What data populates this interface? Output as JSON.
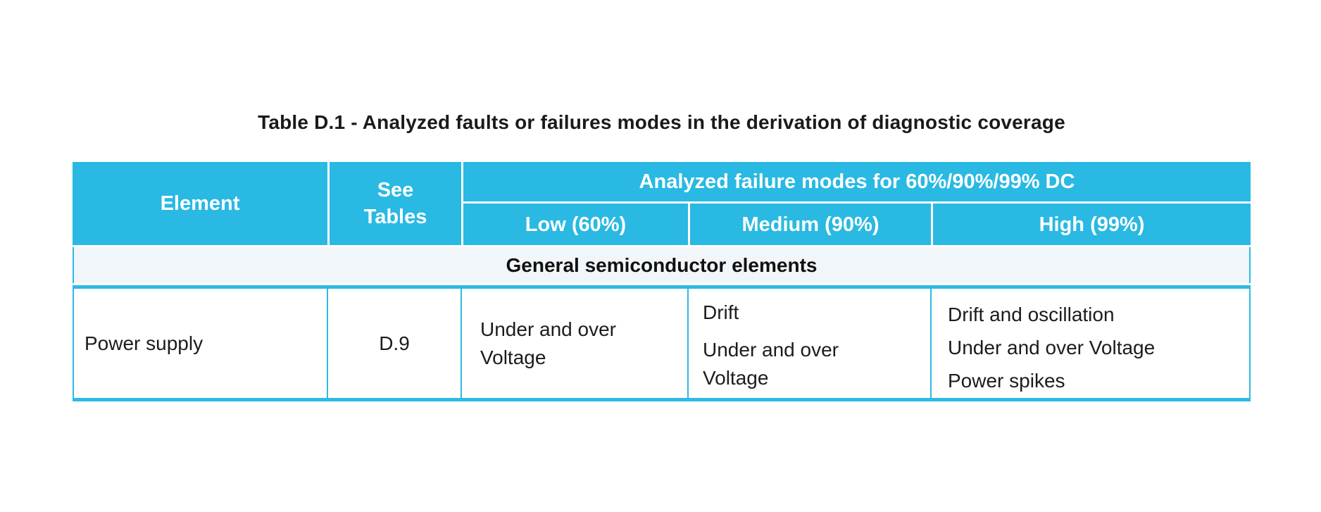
{
  "title": "Table D.1 - Analyzed faults or failures modes in the derivation of diagnostic coverage",
  "colors": {
    "header_bg": "#29B9E3",
    "header_text": "#FFFFFF",
    "grid_line": "#2DBAE4",
    "section_bg": "#F1F6FA",
    "body_text": "#1C1C1C"
  },
  "table": {
    "header": {
      "element": "Element",
      "see_tables_lines": [
        "See",
        "Tables"
      ],
      "group": "Analyzed failure modes for 60%/90%/99% DC",
      "low": "Low (60%)",
      "medium": "Medium (90%)",
      "high": "High (99%)"
    },
    "section_row": "General semiconductor elements",
    "rows": [
      {
        "element": "Power supply",
        "see_tables": "D.9",
        "low": "Under and over Voltage",
        "medium": [
          "Drift",
          "Under and over Voltage"
        ],
        "high": [
          "Drift and oscillation",
          "Under and over Voltage",
          "Power spikes"
        ]
      }
    ]
  }
}
